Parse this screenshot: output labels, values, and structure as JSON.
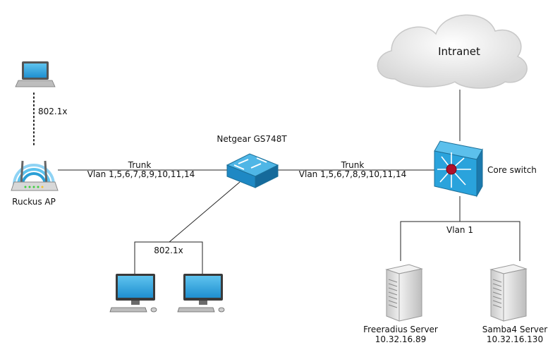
{
  "cloud": {
    "label": "Intranet"
  },
  "laptop": {
    "link_label": "802.1x"
  },
  "ap": {
    "label": "Ruckus AP"
  },
  "link_ap_switch": {
    "line1": "Trunk",
    "line2": "Vlan 1,5,6,7,8,9,10,11,14"
  },
  "access_switch": {
    "label": "Netgear GS748T"
  },
  "link_switch_core": {
    "line1": "Trunk",
    "line2": "Vlan 1,5,6,7,8,9,10,11,14"
  },
  "core_switch": {
    "label": "Core switch"
  },
  "workstations": {
    "link_label": "802.1x"
  },
  "server_vlan": {
    "label": "Vlan 1"
  },
  "servers": [
    {
      "name": "Freeradius Server",
      "ip": "10.32.16.89"
    },
    {
      "name": "Samba4 Server",
      "ip": "10.32.16.130"
    }
  ],
  "colors": {
    "device_blue": "#2a9fd6",
    "line": "#222222",
    "cloud": "#e6e6e6"
  }
}
